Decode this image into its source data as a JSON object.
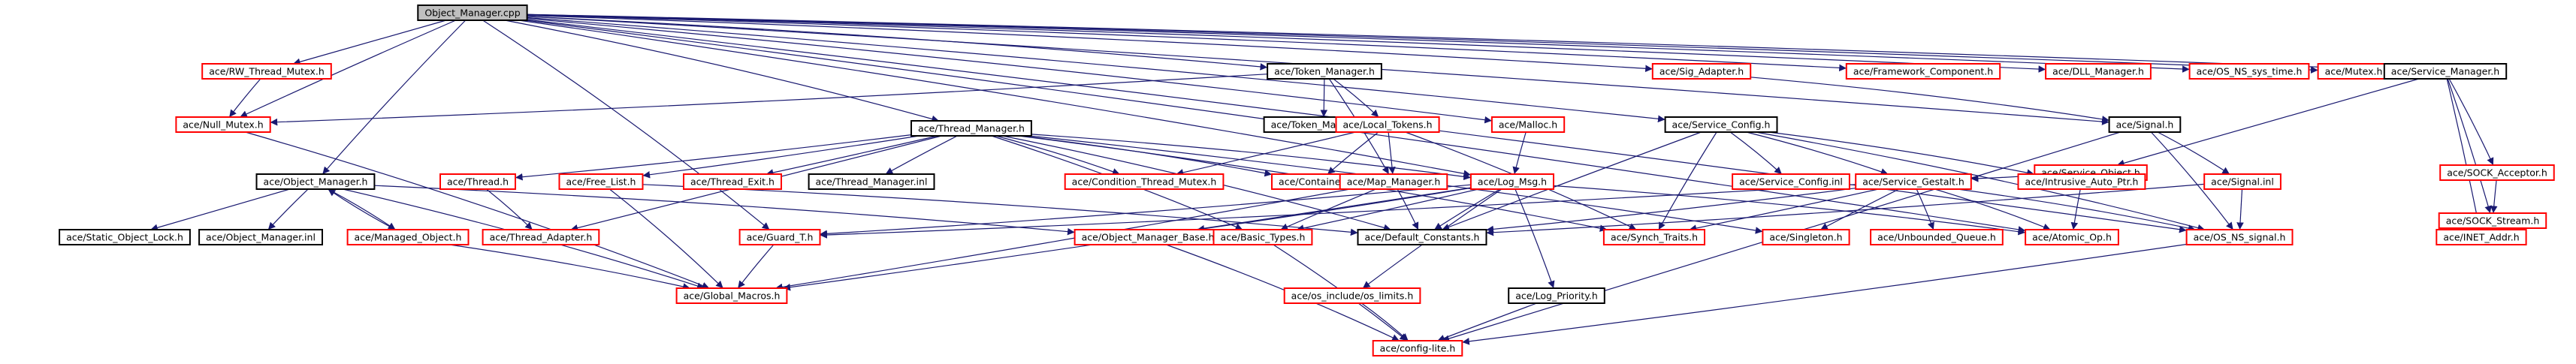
{
  "colors": {
    "root_fill": "#bfbfbf",
    "documented_border": "#000000",
    "undocumented_border": "#ff0000",
    "edge": "#191970"
  },
  "nodes": [
    {
      "id": "om_cpp",
      "label": "Object_Manager.cpp",
      "style": "root"
    },
    {
      "id": "rw_mutex",
      "label": "ace/RW_Thread_Mutex.h",
      "style": "red"
    },
    {
      "id": "token_mgr",
      "label": "ace/Token_Manager.h",
      "style": "black"
    },
    {
      "id": "sig_adapter",
      "label": "ace/Sig_Adapter.h",
      "style": "red"
    },
    {
      "id": "framework",
      "label": "ace/Framework_Component.h",
      "style": "red"
    },
    {
      "id": "dll_mgr",
      "label": "ace/DLL_Manager.h",
      "style": "red"
    },
    {
      "id": "os_sys_time",
      "label": "ace/OS_NS_sys_time.h",
      "style": "red"
    },
    {
      "id": "mutex",
      "label": "ace/Mutex.h",
      "style": "red"
    },
    {
      "id": "svc_mgr",
      "label": "ace/Service_Manager.h",
      "style": "black"
    },
    {
      "id": "null_mutex",
      "label": "ace/Null_Mutex.h",
      "style": "red"
    },
    {
      "id": "token_mgr_inl",
      "label": "ace/Token_Manager.inl",
      "style": "black"
    },
    {
      "id": "local_tokens",
      "label": "ace/Local_Tokens.h",
      "style": "red"
    },
    {
      "id": "malloc",
      "label": "ace/Malloc.h",
      "style": "red"
    },
    {
      "id": "svc_config",
      "label": "ace/Service_Config.h",
      "style": "black"
    },
    {
      "id": "signal",
      "label": "ace/Signal.h",
      "style": "black"
    },
    {
      "id": "svc_object",
      "label": "ace/Service_Object.h",
      "style": "red"
    },
    {
      "id": "sock_acceptor",
      "label": "ace/SOCK_Acceptor.h",
      "style": "red"
    },
    {
      "id": "thread_mgr",
      "label": "ace/Thread_Manager.h",
      "style": "black"
    },
    {
      "id": "obj_mgr_h",
      "label": "ace/Object_Manager.h",
      "style": "black"
    },
    {
      "id": "thread_h",
      "label": "ace/Thread.h",
      "style": "red"
    },
    {
      "id": "free_list",
      "label": "ace/Free_List.h",
      "style": "red"
    },
    {
      "id": "thread_exit",
      "label": "ace/Thread_Exit.h",
      "style": "red"
    },
    {
      "id": "thread_mgr_inl",
      "label": "ace/Thread_Manager.inl",
      "style": "black"
    },
    {
      "id": "cond_mutex",
      "label": "ace/Condition_Thread_Mutex.h",
      "style": "red"
    },
    {
      "id": "containers",
      "label": "ace/Containers.h",
      "style": "red"
    },
    {
      "id": "map_mgr",
      "label": "ace/Map_Manager.h",
      "style": "red"
    },
    {
      "id": "log_msg",
      "label": "ace/Log_Msg.h",
      "style": "red"
    },
    {
      "id": "svc_config_inl",
      "label": "ace/Service_Config.inl",
      "style": "red"
    },
    {
      "id": "svc_gestalt",
      "label": "ace/Service_Gestalt.h",
      "style": "red"
    },
    {
      "id": "intrusive_ptr",
      "label": "ace/Intrusive_Auto_Ptr.h",
      "style": "red"
    },
    {
      "id": "signal_inl",
      "label": "ace/Signal.inl",
      "style": "red"
    },
    {
      "id": "sock_stream",
      "label": "ace/SOCK_Stream.h",
      "style": "red"
    },
    {
      "id": "static_lock",
      "label": "ace/Static_Object_Lock.h",
      "style": "black"
    },
    {
      "id": "obj_mgr_inl",
      "label": "ace/Object_Manager.inl",
      "style": "black"
    },
    {
      "id": "managed_obj",
      "label": "ace/Managed_Object.h",
      "style": "red"
    },
    {
      "id": "thread_adapter",
      "label": "ace/Thread_Adapter.h",
      "style": "red"
    },
    {
      "id": "guard_t",
      "label": "ace/Guard_T.h",
      "style": "red"
    },
    {
      "id": "obj_mgr_base",
      "label": "ace/Object_Manager_Base.h",
      "style": "red"
    },
    {
      "id": "basic_types",
      "label": "ace/Basic_Types.h",
      "style": "red"
    },
    {
      "id": "default_consts",
      "label": "ace/Default_Constants.h",
      "style": "black"
    },
    {
      "id": "synch_traits",
      "label": "ace/Synch_Traits.h",
      "style": "red"
    },
    {
      "id": "singleton",
      "label": "ace/Singleton.h",
      "style": "red"
    },
    {
      "id": "unbounded_q",
      "label": "ace/Unbounded_Queue.h",
      "style": "red"
    },
    {
      "id": "atomic_op",
      "label": "ace/Atomic_Op.h",
      "style": "red"
    },
    {
      "id": "os_ns_signal",
      "label": "ace/OS_NS_signal.h",
      "style": "red"
    },
    {
      "id": "inet_addr",
      "label": "ace/INET_Addr.h",
      "style": "red"
    },
    {
      "id": "global_macros",
      "label": "ace/Global_Macros.h",
      "style": "red"
    },
    {
      "id": "os_limits",
      "label": "ace/os_include/os_limits.h",
      "style": "red"
    },
    {
      "id": "log_priority",
      "label": "ace/Log_Priority.h",
      "style": "black"
    },
    {
      "id": "config_lite",
      "label": "ace/config-lite.h",
      "style": "red"
    }
  ],
  "edges": [
    [
      "om_cpp",
      "rw_mutex"
    ],
    [
      "om_cpp",
      "token_mgr"
    ],
    [
      "om_cpp",
      "sig_adapter"
    ],
    [
      "om_cpp",
      "framework"
    ],
    [
      "om_cpp",
      "dll_mgr"
    ],
    [
      "om_cpp",
      "os_sys_time"
    ],
    [
      "om_cpp",
      "mutex"
    ],
    [
      "om_cpp",
      "svc_mgr"
    ],
    [
      "om_cpp",
      "null_mutex"
    ],
    [
      "om_cpp",
      "obj_mgr_h"
    ],
    [
      "om_cpp",
      "thread_mgr"
    ],
    [
      "om_cpp",
      "malloc"
    ],
    [
      "om_cpp",
      "svc_config"
    ],
    [
      "om_cpp",
      "signal"
    ],
    [
      "om_cpp",
      "log_msg"
    ],
    [
      "om_cpp",
      "guard_t"
    ],
    [
      "om_cpp",
      "atomic_op"
    ],
    [
      "om_cpp",
      "os_ns_signal"
    ],
    [
      "rw_mutex",
      "null_mutex"
    ],
    [
      "token_mgr",
      "null_mutex"
    ],
    [
      "token_mgr",
      "token_mgr_inl"
    ],
    [
      "token_mgr",
      "local_tokens"
    ],
    [
      "token_mgr",
      "map_mgr"
    ],
    [
      "local_tokens",
      "cond_mutex"
    ],
    [
      "local_tokens",
      "containers"
    ],
    [
      "local_tokens",
      "map_mgr"
    ],
    [
      "local_tokens",
      "synch_traits"
    ],
    [
      "malloc",
      "log_msg"
    ],
    [
      "sig_adapter",
      "signal"
    ],
    [
      "svc_mgr",
      "svc_object"
    ],
    [
      "svc_mgr",
      "sock_acceptor"
    ],
    [
      "svc_mgr",
      "sock_stream"
    ],
    [
      "svc_mgr",
      "inet_addr"
    ],
    [
      "null_mutex",
      "global_macros"
    ],
    [
      "svc_config",
      "svc_config_inl"
    ],
    [
      "svc_config",
      "svc_gestalt"
    ],
    [
      "svc_config",
      "intrusive_ptr"
    ],
    [
      "svc_config",
      "default_consts"
    ],
    [
      "svc_config",
      "synch_traits"
    ],
    [
      "svc_config",
      "os_ns_signal"
    ],
    [
      "signal",
      "signal_inl"
    ],
    [
      "signal",
      "os_ns_signal"
    ],
    [
      "signal",
      "config_lite"
    ],
    [
      "svc_object",
      "svc_gestalt"
    ],
    [
      "sock_acceptor",
      "sock_stream"
    ],
    [
      "sock_stream",
      "inet_addr"
    ],
    [
      "thread_mgr",
      "thread_h"
    ],
    [
      "thread_mgr",
      "free_list"
    ],
    [
      "thread_mgr",
      "thread_exit"
    ],
    [
      "thread_mgr",
      "thread_mgr_inl"
    ],
    [
      "thread_mgr",
      "cond_mutex"
    ],
    [
      "thread_mgr",
      "containers"
    ],
    [
      "thread_mgr",
      "log_msg"
    ],
    [
      "thread_mgr",
      "thread_adapter"
    ],
    [
      "thread_mgr",
      "basic_types"
    ],
    [
      "thread_mgr",
      "default_consts"
    ],
    [
      "thread_mgr",
      "synch_traits"
    ],
    [
      "thread_mgr",
      "singleton"
    ],
    [
      "obj_mgr_h",
      "static_lock"
    ],
    [
      "obj_mgr_h",
      "obj_mgr_inl"
    ],
    [
      "obj_mgr_h",
      "managed_obj"
    ],
    [
      "obj_mgr_h",
      "obj_mgr_base"
    ],
    [
      "obj_mgr_h",
      "global_macros"
    ],
    [
      "managed_obj",
      "obj_mgr_h"
    ],
    [
      "managed_obj",
      "global_macros"
    ],
    [
      "thread_h",
      "thread_adapter"
    ],
    [
      "free_list",
      "global_macros"
    ],
    [
      "free_list",
      "default_consts"
    ],
    [
      "map_mgr",
      "basic_types"
    ],
    [
      "map_mgr",
      "default_consts"
    ],
    [
      "map_mgr",
      "global_macros"
    ],
    [
      "log_msg",
      "basic_types"
    ],
    [
      "log_msg",
      "os_limits"
    ],
    [
      "log_msg",
      "log_priority"
    ],
    [
      "log_msg",
      "default_consts"
    ],
    [
      "log_msg",
      "global_macros"
    ],
    [
      "log_msg",
      "atomic_op"
    ],
    [
      "log_msg",
      "guard_t"
    ],
    [
      "log_msg",
      "obj_mgr_base"
    ],
    [
      "svc_gestalt",
      "default_consts"
    ],
    [
      "svc_gestalt",
      "synch_traits"
    ],
    [
      "svc_gestalt",
      "singleton"
    ],
    [
      "svc_gestalt",
      "unbounded_q"
    ],
    [
      "svc_gestalt",
      "atomic_op"
    ],
    [
      "svc_gestalt",
      "os_ns_signal"
    ],
    [
      "svc_gestalt",
      "guard_t"
    ],
    [
      "intrusive_ptr",
      "atomic_op"
    ],
    [
      "signal_inl",
      "os_ns_signal"
    ],
    [
      "signal_inl",
      "default_consts"
    ],
    [
      "guard_t",
      "global_macros"
    ],
    [
      "obj_mgr_base",
      "config_lite"
    ],
    [
      "basic_types",
      "config_lite"
    ],
    [
      "os_limits",
      "config_lite"
    ],
    [
      "log_priority",
      "config_lite"
    ],
    [
      "os_ns_signal",
      "config_lite"
    ]
  ]
}
